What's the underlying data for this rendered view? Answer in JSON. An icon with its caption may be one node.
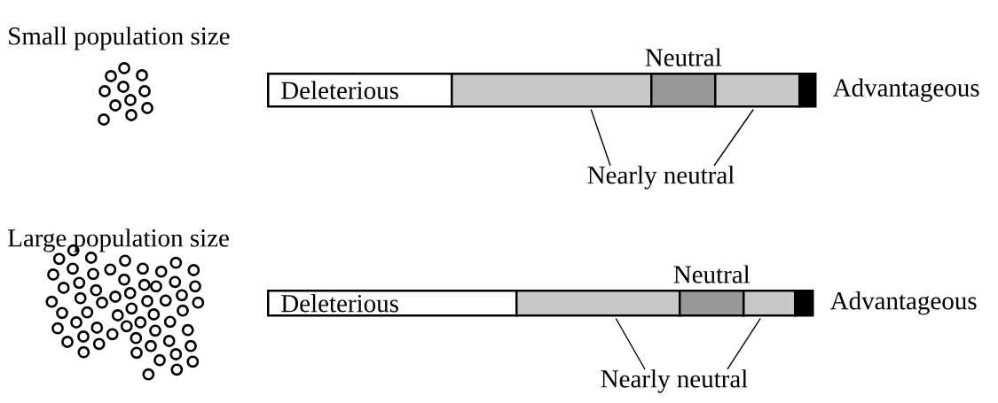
{
  "diagram": {
    "nodes": [
      {
        "text": [
          "Deleterious"
        ]
      },
      {
        "text": [],
        "shape": "box"
      },
      {
        "text": [
          "Neutral"
        ]
      },
      {
        "text": [],
        "shape": "box"
      },
      {
        "text": [
          "Advantageous"
        ]
      },
      {
        "text": [
          "Nearly neutral"
        ]
      },
      {
        "text": [
          "Deleterious"
        ]
      },
      {
        "text": [],
        "shape": "box"
      },
      {
        "text": [
          "Neutral"
        ]
      },
      {
        "text": [],
        "shape": "box"
      },
      {
        "text": [
          "Advantageous"
        ]
      },
      {
        "text": [
          "Nearly neutral"
        ]
      }
    ],
    "edges": [
      {
        "from": 5,
        "to": 1,
        "arrow": "none"
      },
      {
        "from": 5,
        "to": 3,
        "arrow": "none"
      },
      {
        "from": 11,
        "to": 7,
        "arrow": "none"
      },
      {
        "from": 11,
        "to": 9,
        "arrow": "none"
      }
    ],
    "labels": [
      "Small population size",
      "Large population size"
    ]
  }
}
